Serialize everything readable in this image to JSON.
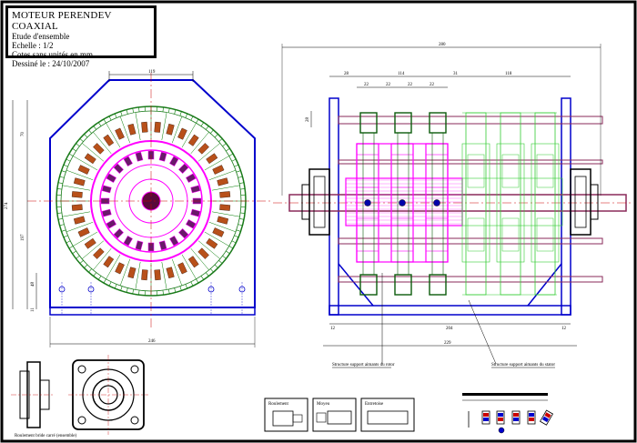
{
  "title_block": {
    "title": "MOTEUR PERENDEV COAXIAL",
    "subtitle": "Etude d'ensemble",
    "scale": "Echelle : 1/2",
    "units": "Cotes sans unités en mm",
    "date": "Dessiné le : 24/10/2007"
  },
  "dims": {
    "front_top": "119",
    "front_height": "274",
    "front_left_a": "70",
    "front_left_b": "197",
    "front_left_c": "48",
    "front_left_d": "11",
    "front_bottom": "246",
    "side_total": "280",
    "side_a": "28",
    "side_b": "114",
    "side_c": "31",
    "side_d": "118",
    "side_gap1": "22",
    "side_gap2": "22",
    "side_gap3": "22",
    "side_gap4": "22",
    "side_rod": "28",
    "side_bottom_a": "12",
    "side_bottom_b": "204",
    "side_bottom_c": "12",
    "side_overall": "229"
  },
  "callouts": {
    "rotor_support": "Structure support aimants du rotor",
    "stator_support": "Structure support aimants du stator",
    "bearing": "Roulement bride carré (ensemble)"
  },
  "detail_boxes": {
    "d1": "Roulement",
    "d2": "Moyeu",
    "d3": "Entretoise"
  },
  "colors": {
    "frame": "#0000cc",
    "stator": "#007a00",
    "rotor": "#ff00ff",
    "magnet": "#b8501a",
    "centerline": "#cc0000"
  }
}
